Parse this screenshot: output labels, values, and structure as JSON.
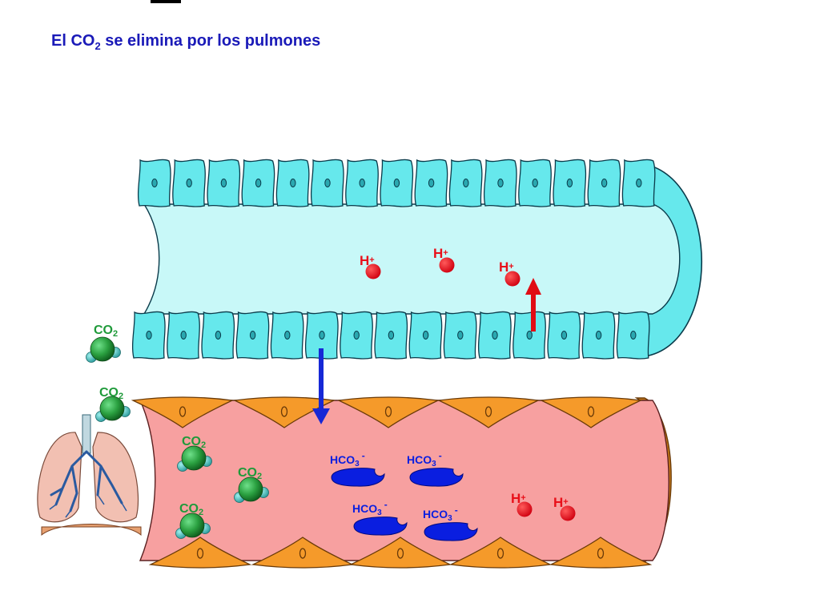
{
  "title": {
    "prefix": "El CO",
    "sub": "2",
    "suffix": " se elimina por los pulmones"
  },
  "labels": {
    "co2_main": "CO",
    "co2_sub": "2",
    "h_main": "H",
    "h_sup": "+",
    "hco3_main": "HCO",
    "hco3_sub": "3",
    "hco3_sup": "-"
  },
  "colors": {
    "title": "#1a1ab8",
    "alveolus_cells": "#66e8ec",
    "alveolus_lumen": "#c8f8f8",
    "endothelium": "#f59a2a",
    "blood": "#f7a0a0",
    "co2_label": "#1f9a3a",
    "co2_molecule": "#2aa040",
    "proton": "#e8101a",
    "bicarbonate": "#0a1ee0",
    "arrow_blue": "#1628d6",
    "arrow_red": "#e00c14"
  },
  "icons": [
    "lungs-icon",
    "co2-molecule-icon",
    "proton-icon",
    "bicarbonate-icon"
  ]
}
